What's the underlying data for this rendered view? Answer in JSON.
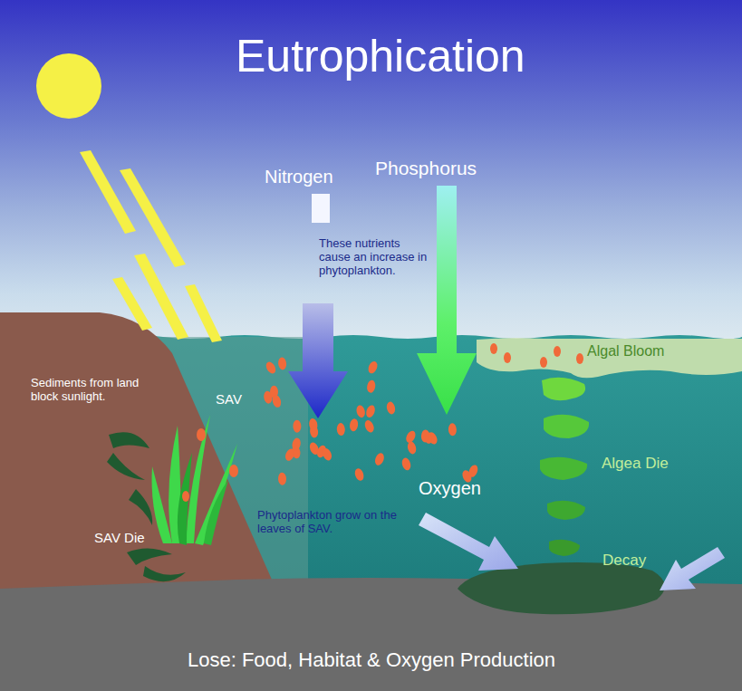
{
  "diagram": {
    "title": "Eutrophication",
    "labels": [
      "Nitrogen",
      "Phosphorus",
      "These nutrients cause an increase in phytoplankton.",
      "Algal Bloom",
      "Sediments from land block sunlight.",
      "SAV",
      "Algea Die",
      "Phytoplankton grow on the leaves of SAV.",
      "Oxygen",
      "Decay",
      "SAV Die",
      "Lose: Food, Habitat & Oxygen Production"
    ]
  }
}
